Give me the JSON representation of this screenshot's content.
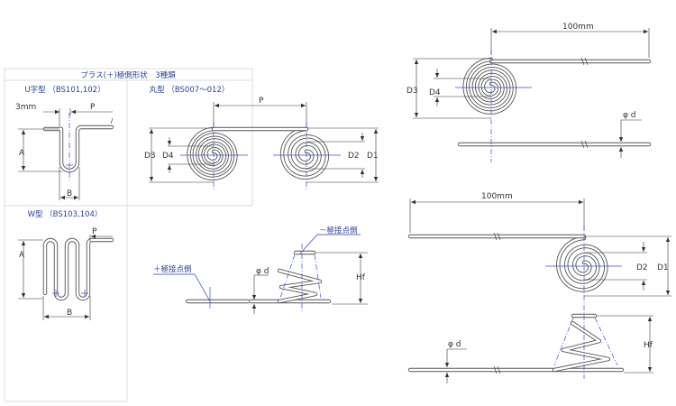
{
  "table": {
    "header": "プラス(＋)極側形状　3種類",
    "u_type": {
      "title": "U字型 （BS101,102）",
      "dim_3mm": "3mm",
      "dim_p": "P",
      "dim_a": "A",
      "dim_b": "B"
    },
    "round_type": {
      "title": "丸型 （BS007～012）",
      "dim_p": "P",
      "dim_d3": "D3",
      "dim_d4": "D4",
      "dim_d2": "D2",
      "dim_d1": "D1"
    },
    "w_type": {
      "title": "W型 （BS103,104）",
      "dim_p": "P",
      "dim_a": "A",
      "dim_b": "B"
    }
  },
  "side_view": {
    "plus_contact": "＋極接点側",
    "minus_contact": "－極接点側",
    "dim_d": "φ d",
    "dim_hf": "Hf"
  },
  "plus_spring": {
    "dim_length": "100mm",
    "dim_d3": "D3",
    "dim_d4": "D4",
    "dim_d": "φ d"
  },
  "minus_spring": {
    "dim_length": "100mm",
    "dim_d2": "D2",
    "dim_d1": "D1",
    "dim_d": "φ d",
    "dim_hf": "Hf"
  }
}
